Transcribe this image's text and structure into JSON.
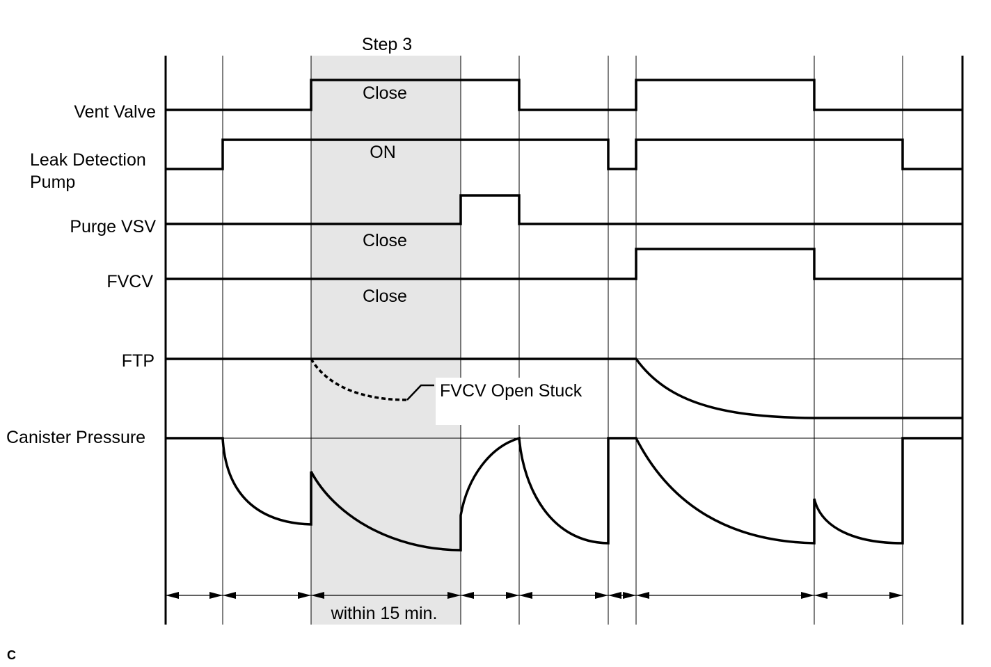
{
  "step_label": "Step 3",
  "signals": {
    "vent_valve": "Vent Valve",
    "leak_pump_line1": "Leak Detection",
    "leak_pump_line2": "Pump",
    "purge_vsv": "Purge VSV",
    "fvcv": "FVCV",
    "ftp": "FTP",
    "canister_pressure": "Canister Pressure"
  },
  "states": {
    "vent_valve": "Close",
    "leak_pump": "ON",
    "purge_vsv": "Close",
    "fvcv": "Close"
  },
  "annotations": {
    "fvcv_open_stuck": "FVCV Open Stuck",
    "duration": "within 15 min."
  },
  "corner_mark": "C",
  "colors": {
    "line": "#000000",
    "highlight": "#e6e6e6"
  }
}
